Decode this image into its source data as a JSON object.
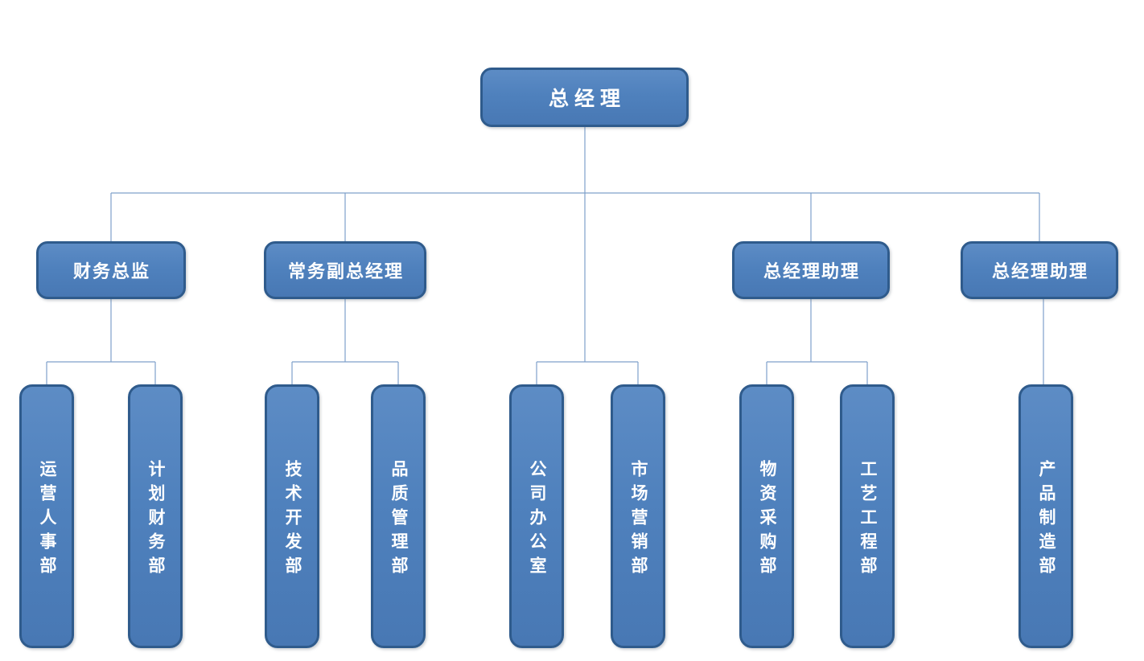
{
  "diagram": {
    "type": "org-chart",
    "colors": {
      "box_fill": "#4f81bd",
      "box_border": "#2f5b8c",
      "connector": "#7fa0ca",
      "text": "#ffffff",
      "background": "#ffffff"
    },
    "org": {
      "label": "总经理",
      "children": [
        {
          "label": "财务总监",
          "children": [
            {
              "label": "运营人事部"
            },
            {
              "label": "计划财务部"
            }
          ]
        },
        {
          "label": "常务副总经理",
          "children": [
            {
              "label": "技术开发部"
            },
            {
              "label": "品质管理部"
            }
          ]
        },
        {
          "label": "公司办公室"
        },
        {
          "label": "市场营销部"
        },
        {
          "label": "总经理助理",
          "children": [
            {
              "label": "物资采购部"
            },
            {
              "label": "工艺工程部"
            }
          ]
        },
        {
          "label": "总经理助理",
          "children": [
            {
              "label": "产品制造部"
            }
          ]
        }
      ]
    }
  }
}
